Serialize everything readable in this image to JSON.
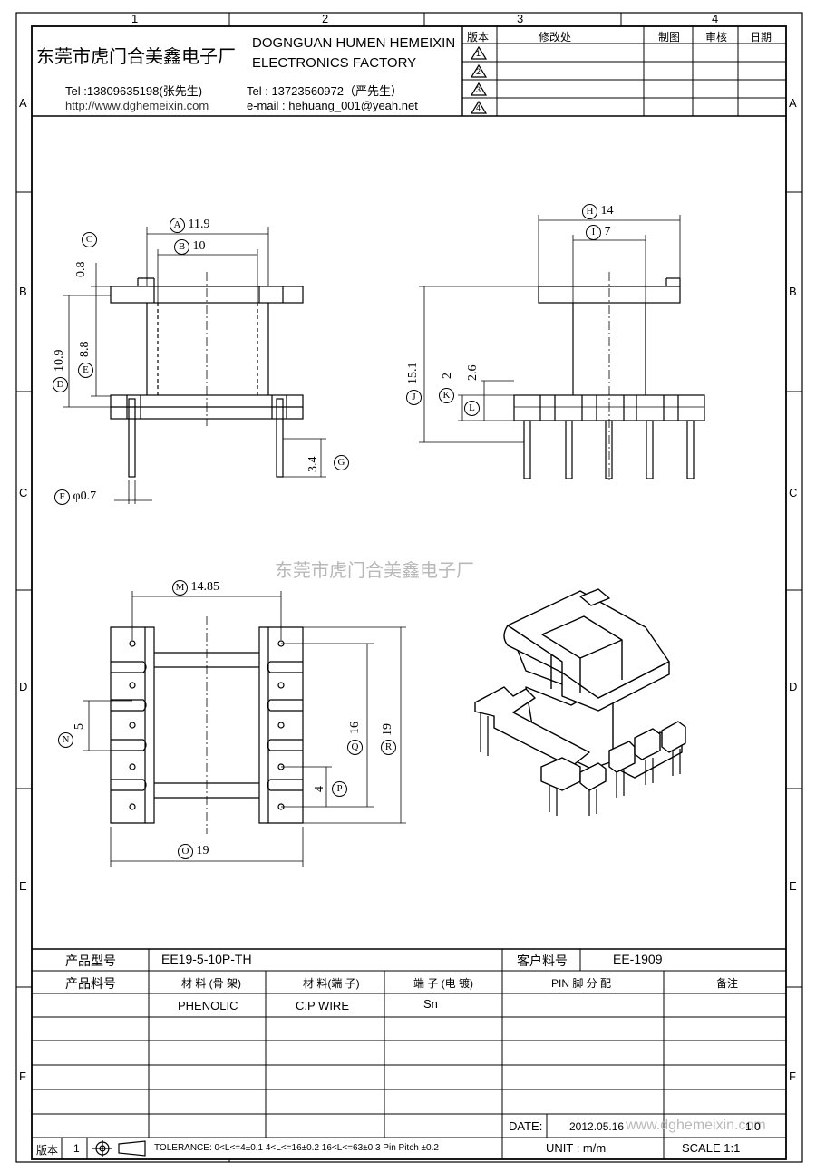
{
  "grid": {
    "cols": [
      "1",
      "2",
      "3",
      "4"
    ],
    "rows": [
      "A",
      "B",
      "C",
      "D",
      "E",
      "F"
    ]
  },
  "company": {
    "name_cn": "东莞市虎门合美鑫电子厂",
    "name_en_1": "DOGNGUAN HUMEN HEMEIXIN",
    "name_en_2": "ELECTRONICS FACTORY",
    "tel1": "Tel :13809635198(张先生)",
    "website": "http://www.dghemeixin.com",
    "tel2": "Tel : 13723560972（严先生）",
    "email": "e-mail : hehuang_001@yeah.net"
  },
  "revision_table": {
    "headers": [
      "版本",
      "修改处",
      "制图",
      "审核",
      "日期"
    ],
    "rows": [
      "1",
      "2",
      "3",
      "4"
    ]
  },
  "watermark": "东莞市虎门合美鑫电子厂",
  "dimensions": {
    "A": "11.9",
    "B": "10",
    "C": "0.8",
    "D": "10.9",
    "E": "8.8",
    "F": "φ0.7",
    "G": "3.4",
    "H": "14",
    "I": "7",
    "J": "15.1",
    "K": "2",
    "L": "2.6",
    "M": "14.85",
    "N": "5",
    "O": "19",
    "P": "4",
    "Q": "16",
    "R": "19"
  },
  "spec": {
    "product_model_label": "产品型号",
    "product_model": "EE19-5-10P-TH",
    "customer_no_label": "客户料号",
    "customer_no": "EE-1909",
    "product_no_label": "产品料号",
    "material_bobbin_label": "材 料 (骨 架)",
    "material_pin_label": "材 料(端 子)",
    "plating_label": "端 子 (电 镀)",
    "pin_assign_label": "PIN 脚 分 配",
    "remark_label": "备注",
    "material_bobbin": "PHENOLIC",
    "material_pin": "C.P WIRE",
    "plating": "Sn"
  },
  "footer": {
    "date_label": "DATE:",
    "date": "2012.05.16",
    "version_label": "版本",
    "version": "1",
    "tolerance": "TOLERANCE:  0<L<=4±0.1  4<L<=16±0.2  16<L<=63±0.3  Pin Pitch  ±0.2",
    "unit": "UNIT : m/m",
    "scale": "SCALE    1:1",
    "wm_text": "www.dghemeixin.com",
    "page": "1.0"
  }
}
